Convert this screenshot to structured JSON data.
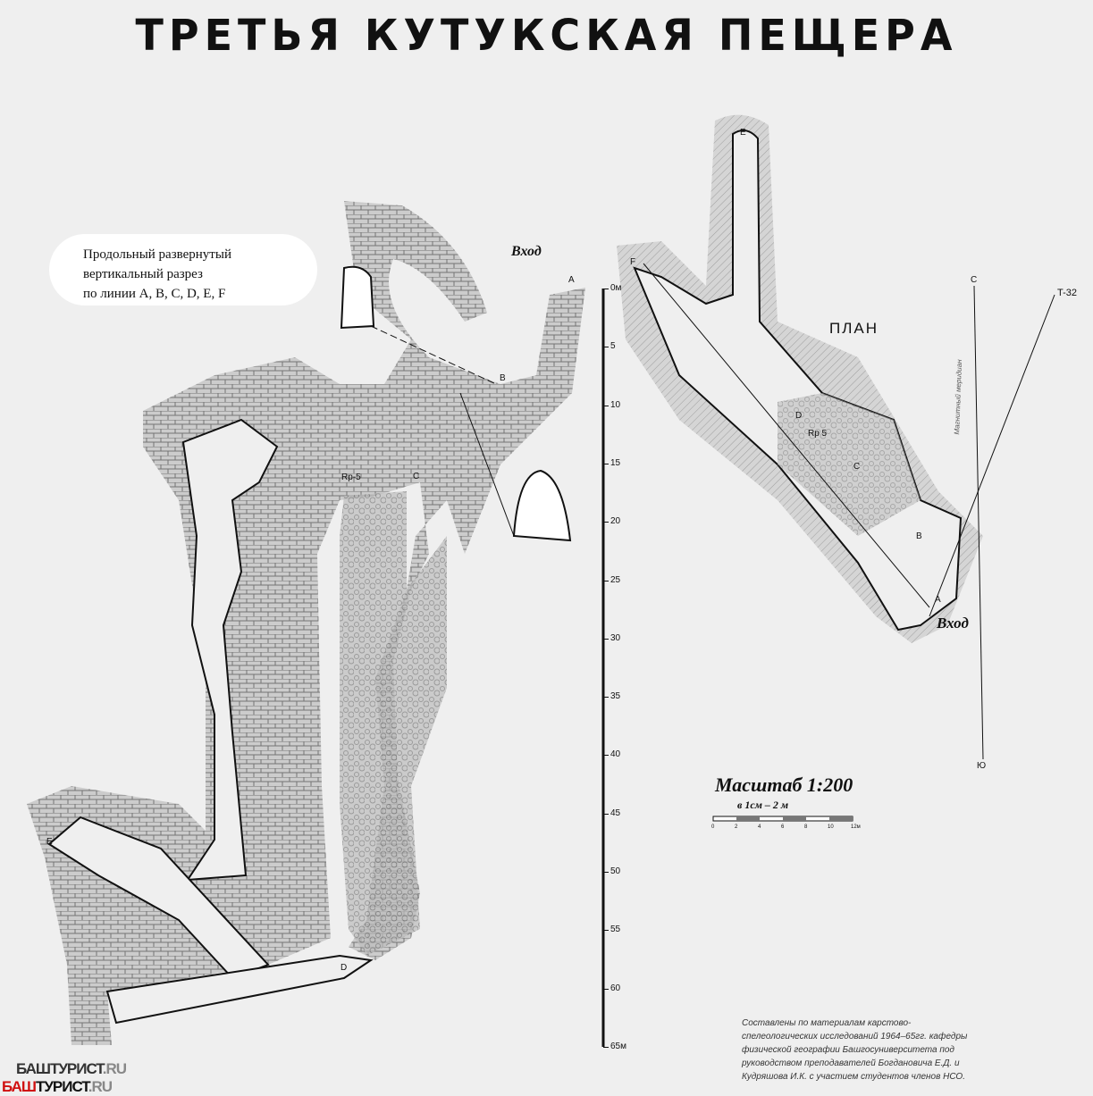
{
  "title": "ТРЕТЬЯ КУТУКСКАЯ ПЕЩЕРА",
  "section_note": [
    "Продольный развернутый",
    "вертикальный разрез",
    "по линии A, B, C, D, E, F"
  ],
  "section": {
    "entrance_label": "Вход",
    "points": [
      "A",
      "B",
      "C",
      "Rp-5",
      "D",
      "E"
    ],
    "depth_axis": {
      "ticks": [
        "0м",
        "5",
        "10",
        "15",
        "20",
        "25",
        "30",
        "35",
        "40",
        "45",
        "50",
        "55",
        "60",
        "65м"
      ],
      "range_m": [
        0,
        65
      ]
    }
  },
  "plan": {
    "label": "ПЛАН",
    "entrance_label": "Вход",
    "points": [
      "A",
      "B",
      "C",
      "D",
      "Rp 5",
      "E",
      "F"
    ],
    "north": "С",
    "south": "Ю",
    "meridian_label": "Магнитный меридиан",
    "benchmark": "T-32"
  },
  "scale": {
    "title": "Масштаб 1:200",
    "subtitle": "в 1см – 2 м",
    "ticks": [
      "0",
      "2",
      "4",
      "6",
      "8",
      "10",
      "12м"
    ]
  },
  "caption": "Составлены по материалам карстово-спелеологических исследований 1964–65гг. кафедры физической географии Башгосуниверситета под руководством преподавателей Богдановича Е.Д. и Кудряшова И.К. с участием студентов членов НСО.",
  "watermark": [
    "БАШ",
    "ТУРИСТ",
    ".RU"
  ],
  "colors": {
    "ink": "#111111",
    "rock": "#bdbdbd",
    "paper": "#efefef",
    "watermark_red": "#d01010"
  }
}
